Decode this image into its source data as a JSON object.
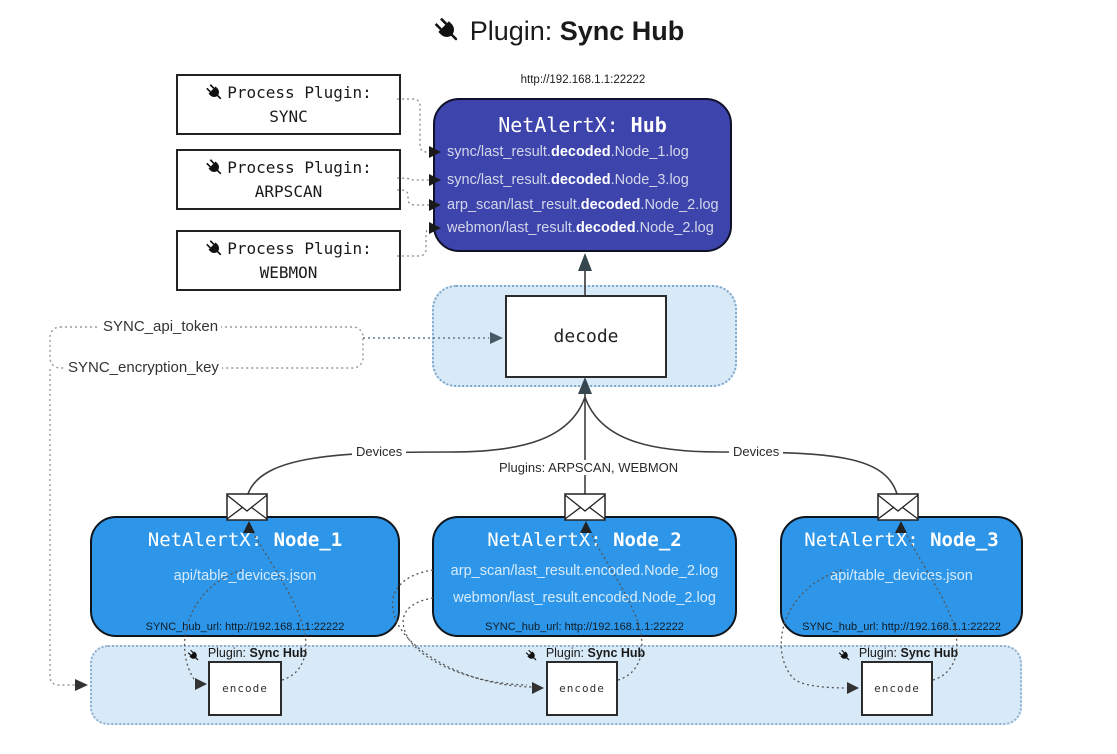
{
  "title": {
    "prefix": "Plugin: ",
    "bold": "Sync Hub"
  },
  "hub": {
    "url_label": "http://192.168.1.1:22222",
    "title_prefix": "NetAlertX: ",
    "title_bold": "Hub",
    "files": [
      {
        "pre": "sync/last_result.",
        "bold": "decoded",
        "post": ".Node_1.log"
      },
      {
        "pre": "sync/last_result.",
        "bold": "decoded",
        "post": ".Node_3.log"
      },
      {
        "pre": "arp_scan/last_result.",
        "bold": "decoded",
        "post": ".Node_2.log"
      },
      {
        "pre": "webmon/last_result.",
        "bold": "decoded",
        "post": ".Node_2.log"
      }
    ]
  },
  "process_plugins": [
    {
      "label": "Process Plugin:",
      "name": "SYNC"
    },
    {
      "label": "Process Plugin:",
      "name": "ARPSCAN"
    },
    {
      "label": "Process Plugin:",
      "name": "WEBMON"
    }
  ],
  "decode": {
    "label": "decode"
  },
  "keys": {
    "api_token": "SYNC_api_token",
    "encryption_key": "SYNC_encryption_key"
  },
  "edges": {
    "devices_left": "Devices",
    "devices_right": "Devices",
    "plugins_label": "Plugins: ARPSCAN, WEBMON"
  },
  "nodes": [
    {
      "title_prefix": "NetAlertX: ",
      "title_bold": "Node_1",
      "files": [
        "api/table_devices.json"
      ],
      "hub_url": "SYNC_hub_url: http://192.168.1.1:22222"
    },
    {
      "title_prefix": "NetAlertX: ",
      "title_bold": "Node_2",
      "files": [
        "arp_scan/last_result.encoded.Node_2.log",
        "webmon/last_result.encoded.Node_2.log"
      ],
      "hub_url": "SYNC_hub_url: http://192.168.1.1:22222"
    },
    {
      "title_prefix": "NetAlertX: ",
      "title_bold": "Node_3",
      "files": [
        "api/table_devices.json"
      ],
      "hub_url": "SYNC_hub_url: http://192.168.1.1:22222"
    }
  ],
  "encoders": [
    {
      "plugin_prefix": "Plugin: ",
      "plugin_bold": "Sync Hub",
      "label": "encode"
    },
    {
      "plugin_prefix": "Plugin: ",
      "plugin_bold": "Sync Hub",
      "label": "encode"
    },
    {
      "plugin_prefix": "Plugin: ",
      "plugin_bold": "Sync Hub",
      "label": "encode"
    }
  ],
  "colors": {
    "hub_bg": "#3d45ad",
    "node_bg": "#2e96e8",
    "panel_bg": "#d8e9f8",
    "panel_border": "#7da7cb",
    "line": "#3f3f3f",
    "arrow_dark": "#37474f"
  }
}
